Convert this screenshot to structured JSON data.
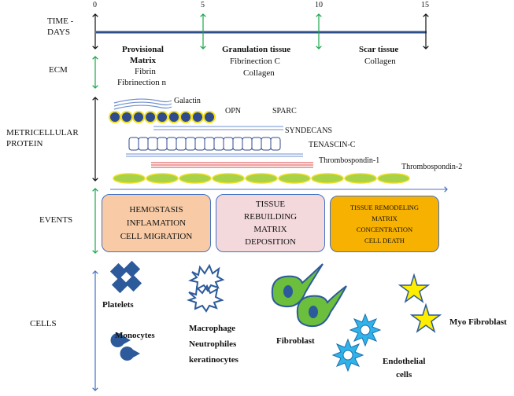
{
  "rows": {
    "time": [
      "TIME -",
      "DAYS"
    ],
    "ecm": "ECM",
    "matricellular": [
      "METRICELLULAR",
      "PROTEIN"
    ],
    "events": "EVENTS",
    "cells": "CELLS"
  },
  "ticks": [
    "0",
    "5",
    "10",
    "15"
  ],
  "phases": {
    "provisional": {
      "title": [
        "Provisional",
        "Matrix"
      ],
      "items": [
        "Fibrin",
        "Fibrinection  n"
      ]
    },
    "granulation": {
      "title": "Granulation  tissue",
      "items": [
        "Fibrinection  C",
        "Collagen"
      ]
    },
    "scar": {
      "title": "Scar tissue",
      "items": [
        "Collagen"
      ]
    }
  },
  "proteins": {
    "galactin": "Galactin",
    "opn": "OPN",
    "sparc": "SPARC",
    "syndecans": "SYNDECANS",
    "tenascin": "TENASCIN-C",
    "thrombospondin1": "Thrombospondin-1",
    "thrombospondin2": "Thrombospondin-2"
  },
  "events": {
    "hemostasis": [
      "HEMOSTASIS",
      "INFLAMATION",
      "CELL MIGRATION"
    ],
    "rebuilding": [
      "TISSUE",
      "REBUILDING",
      "MATRIX",
      "DEPOSITION"
    ],
    "remodeling": [
      "TISSUE REMODELING",
      "MATRIX",
      "CONCENTRATION",
      "CELL  DEATH"
    ]
  },
  "cells": {
    "platelets": "Platelets",
    "monocytes": "Monocytes",
    "macrophage": [
      "Macrophage",
      "Neutrophiles",
      "keratinocytes"
    ],
    "fibroblast": "Fibroblast",
    "endothelial": [
      "Endothelial",
      "cells"
    ],
    "myofibroblast": "Myo Fibroblast"
  },
  "colors": {
    "timeline": "#2e4f8a",
    "green_arrow": "#1aa84a",
    "hemostasis_fill": "#f8cba6",
    "rebuilding_fill": "#f4d9dc",
    "remodeling_fill": "#f7b100",
    "event_border": "#4472c4",
    "platelet": "#2d5a9a",
    "fibroblast": "#6cbf3c",
    "endothelial": "#2fb3e8",
    "star": "#ffee00",
    "bead_fill": "#2f4a8e",
    "bead_ring": "#f0e020",
    "ellipse_green": "#a8d24a"
  }
}
